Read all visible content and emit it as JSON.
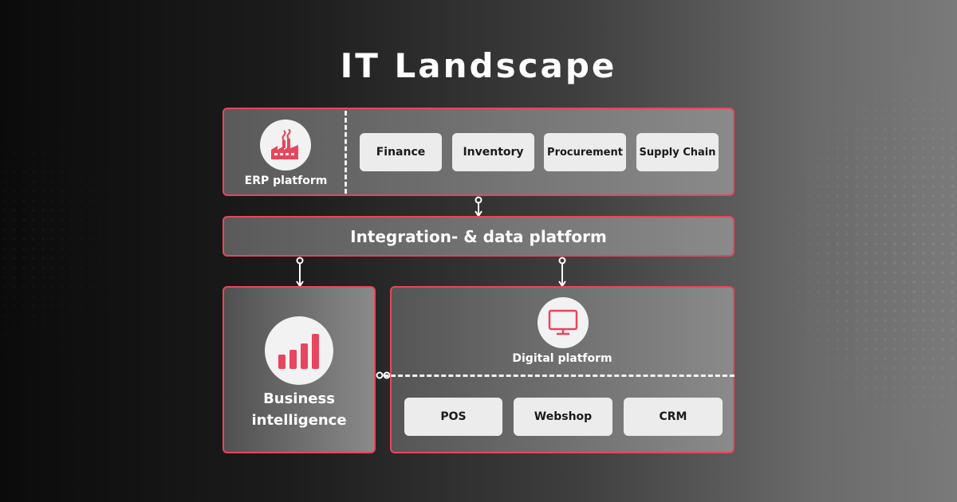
{
  "title": "IT Landscape",
  "colors": {
    "accent": "#e8455e",
    "box_fill": "#ececec",
    "text_light": "#ffffff",
    "text_dark": "#1a1a1a"
  },
  "erp": {
    "label": "ERP platform",
    "icon": "factory-icon",
    "modules": [
      "Finance",
      "Inventory",
      "Procurement",
      "Supply Chain"
    ]
  },
  "integration": {
    "label": "Integration- & data platform"
  },
  "business_intelligence": {
    "label": "Business intelligence",
    "icon": "bar-chart-icon"
  },
  "digital": {
    "label": "Digital platform",
    "icon": "monitor-icon",
    "channels": [
      "POS",
      "Webshop",
      "CRM"
    ]
  }
}
